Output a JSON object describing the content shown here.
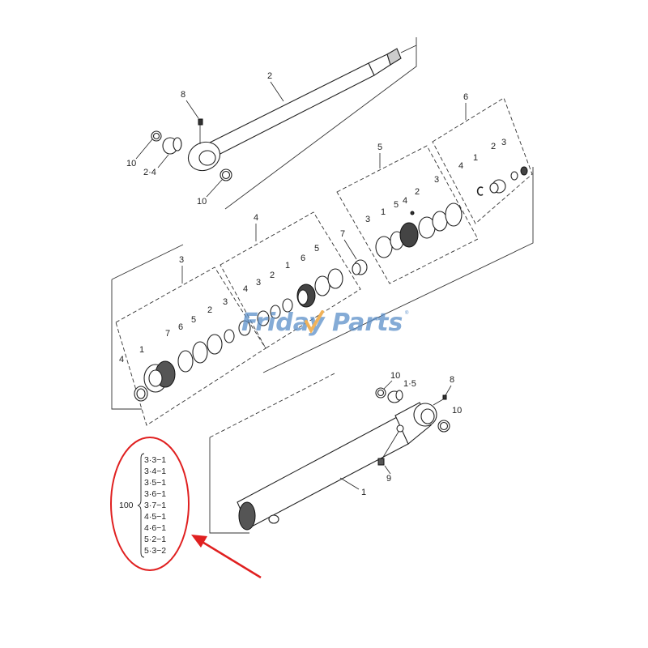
{
  "diagram": {
    "type": "exploded parts diagram",
    "subject": "hydraulic cylinder assembly",
    "watermark": {
      "text_part1": "Friday",
      "text_part2": "Parts",
      "registered": "®",
      "color": "#5b8fc9",
      "check_color": "#f0b25a"
    },
    "callouts": {
      "rod_assembly": "2",
      "rod_grease_fitting": "8",
      "rod_bushing": "2·4",
      "rod_seal_left": "10",
      "rod_seal_right": "10",
      "group_3": "3",
      "group_4": "4",
      "group_5": "5",
      "group_6": "6",
      "g3_items": [
        "4",
        "1",
        "7",
        "6",
        "5",
        "2",
        "3"
      ],
      "g4_items": [
        "4",
        "3",
        "2",
        "1",
        "6",
        "5"
      ],
      "g4_spacer": "7",
      "g5_items": [
        "3",
        "1",
        "5",
        "4",
        "2",
        "3"
      ],
      "g6_items": [
        "4",
        "1",
        "2",
        "3"
      ],
      "tube_assembly": "1",
      "tube_bushing": "1·5",
      "tube_seal_top": "10",
      "tube_seal_right": "10",
      "tube_grease_fitting": "8",
      "tube_port_fitting": "9"
    },
    "seal_kit": {
      "kit_number": "100",
      "items": [
        "3·3−1",
        "3·4−1",
        "3·5−1",
        "3·6−1",
        "3·7−1",
        "4·5−1",
        "4·6−1",
        "5·2−1",
        "5·3−2"
      ]
    },
    "highlight_color": "#e02020"
  }
}
